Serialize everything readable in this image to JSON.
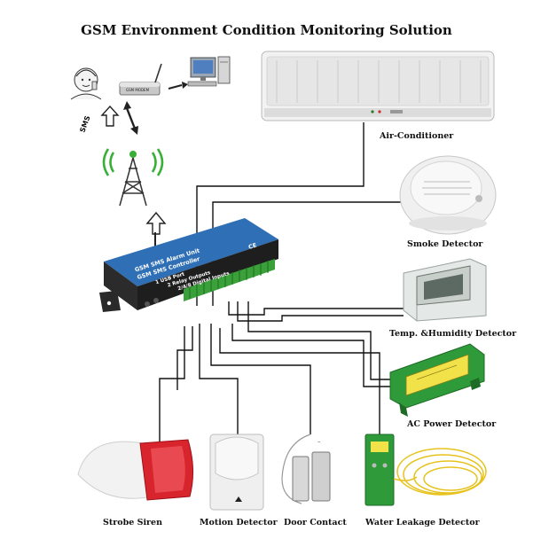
{
  "title": "GSM Environment Condition Monitoring Solution",
  "sms_label": "SMS",
  "modem_label": "GSM MODEM",
  "controller": {
    "line1": "GSM SMS Alarm Unit",
    "line2": "GSM SMS Controller",
    "line3": "1 USB Port",
    "line4": "2 Relay Outputs",
    "line5": "2/4/8 Digital Inputs",
    "mark": "CE"
  },
  "devices": {
    "air_conditioner": "Air-Conditioner",
    "smoke_detector": "Smoke Detector",
    "temp_humidity_detector": "Temp. &Humidity Detector",
    "ac_power_detector": "AC Power Detector",
    "strobe_siren": "Strobe Siren",
    "motion_detector": "Motion Detector",
    "door_contact": "Door Contact",
    "water_leakage_detector": "Water Leakage Detector"
  },
  "colors": {
    "controller_blue": "#2f6fb5",
    "terminal_green": "#3aa03a",
    "signal_green": "#38b038",
    "ac_power_green": "#2f9a3a",
    "siren_red": "#d8242c",
    "wire": "#111111"
  },
  "icons": [
    "user-icon",
    "gsm-modem-icon",
    "computer-icon",
    "signal-tower-icon",
    "arrow-up-icon",
    "arrow-double-icon",
    "arrow-right-icon"
  ]
}
